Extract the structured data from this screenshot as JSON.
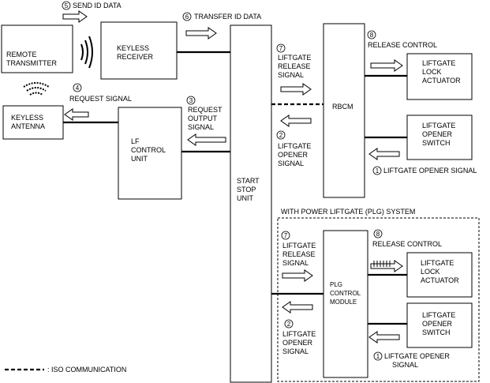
{
  "boxes": {
    "remote_transmitter": [
      "REMOTE",
      "TRANSMITTER"
    ],
    "keyless_receiver": [
      "KEYLESS",
      "RECEIVER"
    ],
    "keyless_antenna": [
      "KEYLESS",
      "ANTENNA"
    ],
    "lf_control_unit": [
      "LF",
      "CONTROL",
      "UNIT"
    ],
    "start_stop_unit": [
      "START",
      "STOP",
      "UNIT"
    ],
    "rbcm": [
      "RBCM"
    ],
    "liftgate_lock_actuator": [
      "LIFTGATE",
      "LOCK",
      "ACTUATOR"
    ],
    "liftgate_opener_switch": [
      "LIFTGATE",
      "OPENER",
      "SWITCH"
    ],
    "plg_control_module": [
      "PLG",
      "CONTROL",
      "MODULE"
    ],
    "plg_liftgate_lock_actuator": [
      "LIFTGATE",
      "LOCK",
      "ACTUATOR"
    ],
    "plg_liftgate_opener_switch": [
      "LIFTGATE",
      "OPENER",
      "SWITCH"
    ]
  },
  "signals": {
    "send_id_data": {
      "num": "5",
      "lines": [
        "SEND ID DATA"
      ]
    },
    "transfer_id_data": {
      "num": "6",
      "lines": [
        "TRANSFER ID DATA"
      ]
    },
    "request_signal": {
      "num": "4",
      "lines": [
        "REQUEST SIGNAL"
      ]
    },
    "request_output_signal": {
      "num": "3",
      "lines": [
        "REQUEST",
        "OUTPUT",
        "SIGNAL"
      ]
    },
    "liftgate_release_signal": {
      "num": "7",
      "lines": [
        "LIFTGATE",
        "RELEASE",
        "SIGNAL"
      ]
    },
    "liftgate_opener_signal": {
      "num": "2",
      "lines": [
        "LIFTGATE",
        "OPENER",
        "SIGNAL"
      ]
    },
    "release_control": {
      "num": "8",
      "lines": [
        "RELEASE CONTROL"
      ]
    },
    "liftgate_opener_signal_switch": {
      "num": "1",
      "lines": [
        "LIFTGATE OPENER SIGNAL"
      ]
    },
    "plg_liftgate_release_signal": {
      "num": "7",
      "lines": [
        "LIFTGATE",
        "RELEASE",
        "SIGNAL"
      ]
    },
    "plg_liftgate_opener_signal": {
      "num": "2",
      "lines": [
        "LIFTGATE",
        "OPENER",
        "SIGNAL"
      ]
    },
    "plg_release_control": {
      "num": "8",
      "lines": [
        "RELEASE CONTROL"
      ]
    },
    "plg_liftgate_opener_signal_switch": {
      "num": "1",
      "lines": [
        "LIFTGATE OPENER",
        "SIGNAL"
      ]
    }
  },
  "plg_system_title": "WITH POWER LIFTGATE (PLG) SYSTEM",
  "legend": {
    "iso_communication": ": ISO COMMUNICATION"
  }
}
